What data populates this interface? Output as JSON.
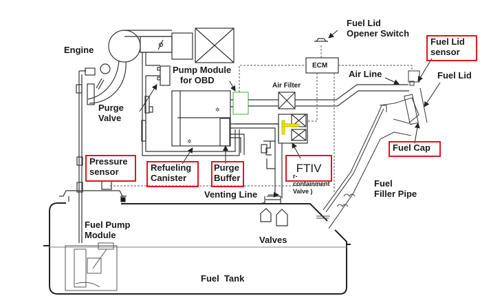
{
  "diagram": {
    "title": "Fuel Evaporative Emission System",
    "colors": {
      "line": "#333333",
      "highlight_box": "#e0141e",
      "pump_module": "#5cb85c",
      "ftiv_valve": "#f2e600"
    },
    "labels": {
      "engine": "Engine",
      "purge_valve": "Purge\nValve",
      "pump_module": "Pump Module\n   for OBD",
      "air_filter": "Air Filter",
      "ecm": "ECM",
      "fuel_lid_opener_switch": "Fuel Lid\nOpener Switch",
      "fuel_lid_sensor": "Fuel Lid\nsensor",
      "air_line": "Air Line",
      "fuel_lid": "Fuel Lid",
      "fuel_cap": "Fuel Cap",
      "pressure_sensor": "Pressure\nsensor",
      "refueling_canister": "Refueling\nCanister",
      "purge_buffer": "Purge\nBuffer",
      "ftiv": "FTIV",
      "containment_valve": "r-\ncontainment\nValve )",
      "venting_line": "Venting Line",
      "fuel_filler_pipe": "Fuel\nFiller Pipe",
      "fuel_pump_module": "Fuel Pump\nModule",
      "valves": "Valves",
      "fuel_tank": "Fuel  Tank"
    },
    "highlighted": [
      "fuel_lid_sensor",
      "fuel_cap",
      "pressure_sensor",
      "refueling_canister",
      "purge_buffer",
      "ftiv"
    ]
  }
}
